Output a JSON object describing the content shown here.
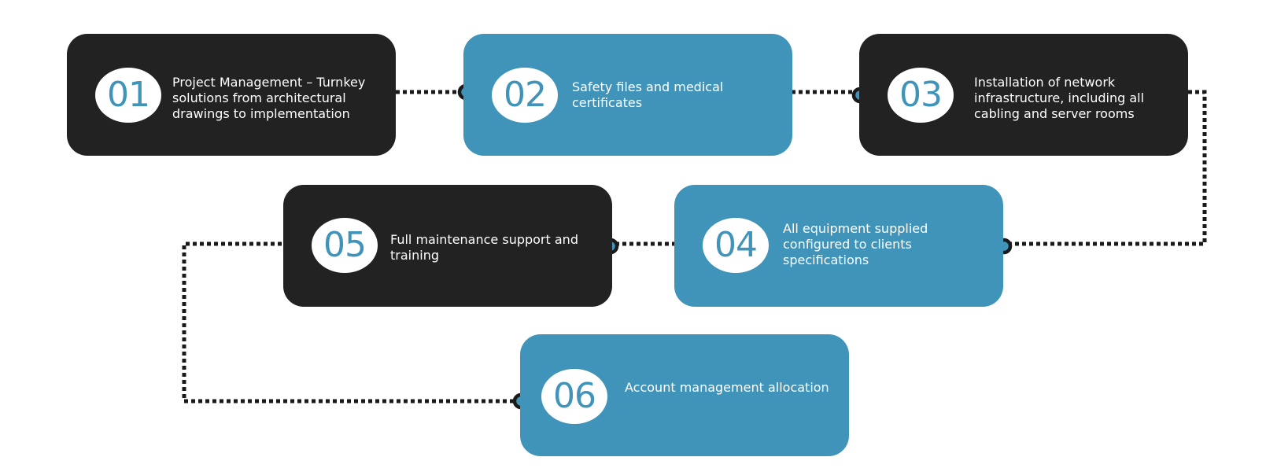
{
  "colors": {
    "dark": "#222222",
    "blue": "#4194b9",
    "connector": "#1a1a1a",
    "number_circle": "#ffffff"
  },
  "steps": [
    {
      "number": "01",
      "text": "Project Management – Turnkey solutions from architectural drawings to implementation",
      "style": "dark"
    },
    {
      "number": "02",
      "text": "Safety files and medical certificates",
      "style": "blue"
    },
    {
      "number": "03",
      "text": "Installation of network infrastructure, including all cabling and server rooms",
      "style": "dark"
    },
    {
      "number": "04",
      "text": "All equipment supplied configured to clients specifications",
      "style": "blue"
    },
    {
      "number": "05",
      "text": "Full maintenance support and training",
      "style": "dark"
    },
    {
      "number": "06",
      "text": "Account management allocation",
      "style": "blue"
    }
  ]
}
